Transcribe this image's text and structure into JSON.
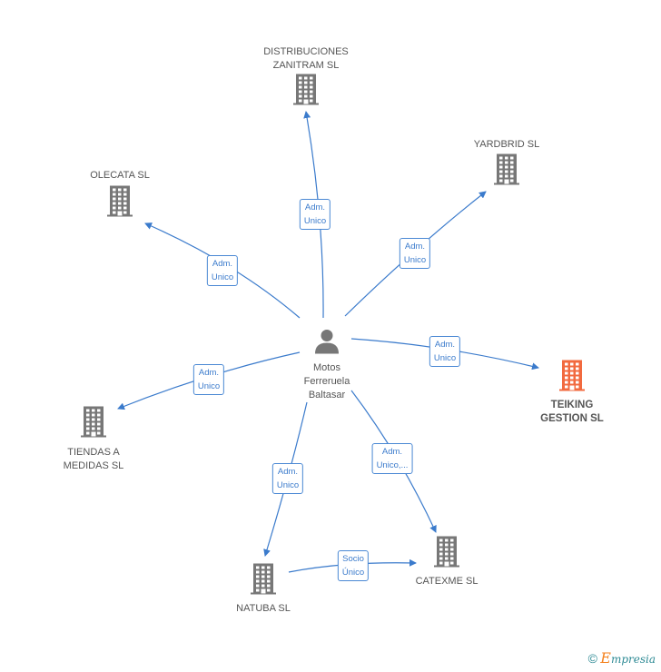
{
  "center": {
    "label_lines": [
      "Motos",
      "Ferreruela",
      "Baltasar"
    ],
    "icon": "person-icon"
  },
  "companies": [
    {
      "key": "distribuciones",
      "label_lines": [
        "DISTRIBUCIONES",
        "ZANITRAM SL"
      ],
      "highlight": false
    },
    {
      "key": "yardbrid",
      "label_lines": [
        "YARDBRID SL"
      ],
      "highlight": false
    },
    {
      "key": "olecata",
      "label_lines": [
        "OLECATA SL"
      ],
      "highlight": false
    },
    {
      "key": "teiking",
      "label_lines": [
        "TEIKING",
        "GESTION SL"
      ],
      "highlight": true
    },
    {
      "key": "tiendas",
      "label_lines": [
        "TIENDAS A",
        "MEDIDAS SL"
      ],
      "highlight": false
    },
    {
      "key": "catexme",
      "label_lines": [
        "CATEXME SL"
      ],
      "highlight": false
    },
    {
      "key": "natuba",
      "label_lines": [
        "NATUBA SL"
      ],
      "highlight": false
    }
  ],
  "edges": [
    {
      "from": "center",
      "to": "distribuciones",
      "label_lines": [
        "Adm.",
        "Unico"
      ]
    },
    {
      "from": "center",
      "to": "yardbrid",
      "label_lines": [
        "Adm.",
        "Unico"
      ]
    },
    {
      "from": "center",
      "to": "olecata",
      "label_lines": [
        "Adm.",
        "Unico"
      ]
    },
    {
      "from": "center",
      "to": "teiking",
      "label_lines": [
        "Adm.",
        "Unico"
      ]
    },
    {
      "from": "center",
      "to": "tiendas",
      "label_lines": [
        "Adm.",
        "Unico"
      ]
    },
    {
      "from": "center",
      "to": "catexme",
      "label_lines": [
        "Adm.",
        "Unico,..."
      ]
    },
    {
      "from": "center",
      "to": "natuba",
      "label_lines": [
        "Adm.",
        "Unico"
      ]
    },
    {
      "from": "natuba",
      "to": "catexme",
      "label_lines": [
        "Socio",
        "Único"
      ]
    }
  ],
  "colors": {
    "edge": "#3b7bcc",
    "building": "#777777",
    "building_highlight": "#f26a3f",
    "person": "#777777"
  },
  "footer": {
    "copyright": "©",
    "brand_e": "E",
    "brand_rest": "mpresia"
  }
}
